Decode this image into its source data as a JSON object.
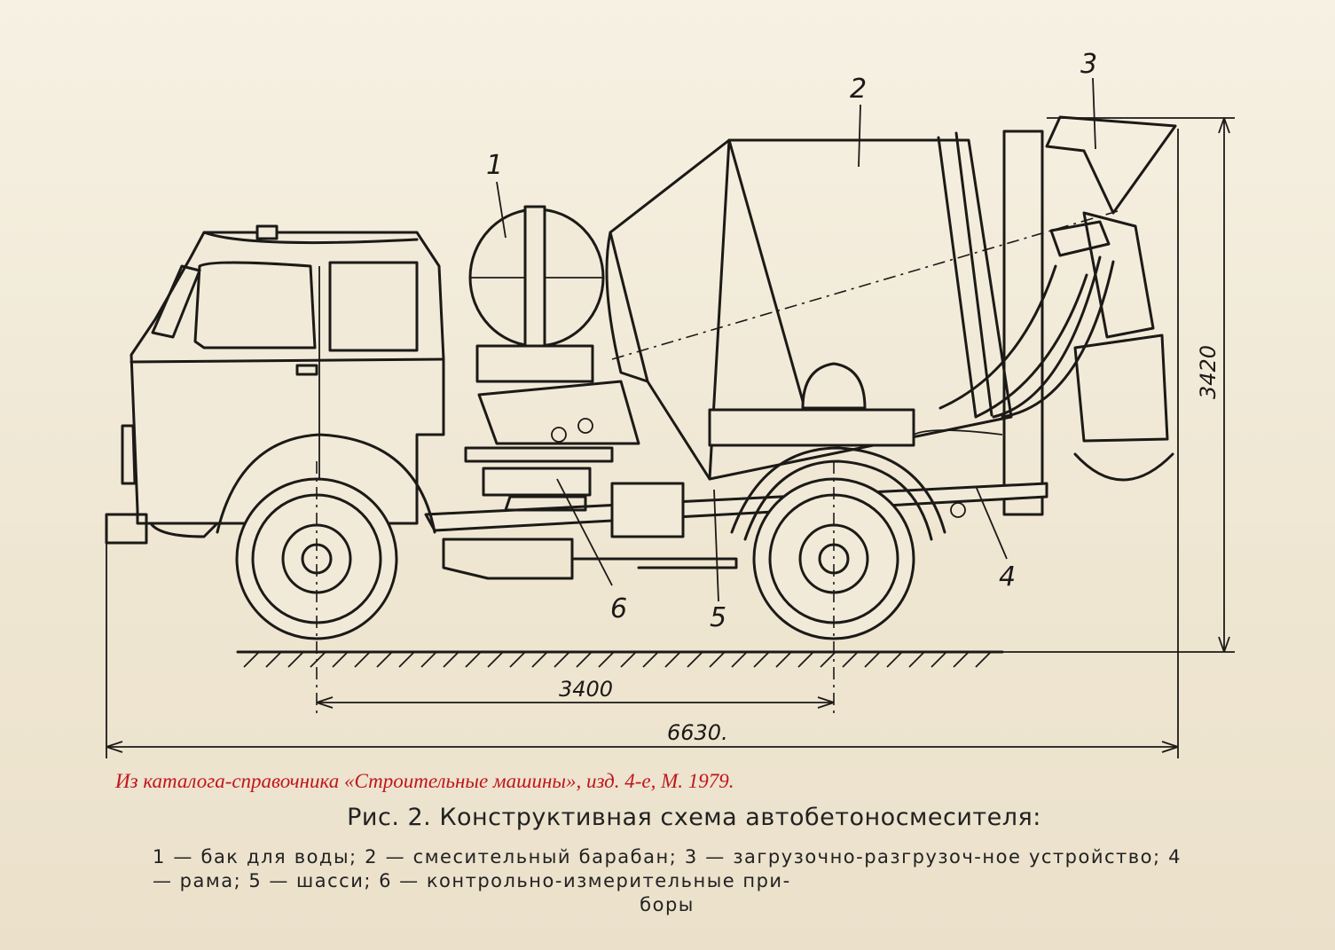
{
  "callouts": {
    "c1": "1",
    "c2": "2",
    "c3": "3",
    "c4": "4",
    "c5": "5",
    "c6": "6"
  },
  "dimensions": {
    "height": "3420",
    "wheelbase": "3400",
    "length": "6630."
  },
  "source_note": "Из каталога-справочника «Строительные машины», изд. 4-е, М. 1979.",
  "figure_title": "Рис. 2. Конструктивная схема автобетоносмесителя:",
  "caption_main": "1 — бак для воды; 2 — смесительный барабан; 3 — загрузочно-разгрузоч-ное устройство; 4 — рама; 5 — шасси; 6 — контрольно-измерительные при-",
  "caption_last": "боры"
}
